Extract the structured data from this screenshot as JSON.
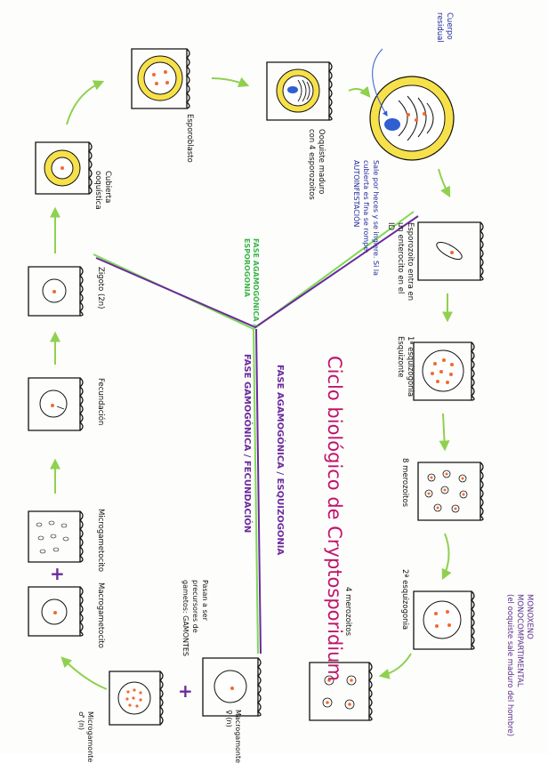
{
  "title": "Ciclo biológico de Cryptosporidium",
  "phases": {
    "agamogonica_esporogonia": "FASE AGAMOGÓNICA / ESPOROGONIA",
    "agamogonica_esquizogonia": "FASE AGAMOGÓNICA / ESQUIZOGONIA",
    "gamogonica_fecundacion": "FASE GAMOGÓNICA / FECUNDACIÓN"
  },
  "stages": {
    "esporoblasto": "Esporoblasto",
    "ooquiste_maduro": "Ooquiste maduro con 4 esporozoitos",
    "cuerpo_residual": "Cuerpo residual",
    "sale_por_heces": "Sale por heces y se ingiere. Si la cubierta es fina se rompe: AUTOINFESTACIÓN",
    "esporozoito": "Esporozoito entra en un enterocito en el ID",
    "primera_esquizogonia": "1ª esquizogonia Esquizonte",
    "ocho_merozoitos": "8 merozoitos",
    "segunda_esquizogonia": "2ª esquizogonia",
    "cuatro_merozoitos": "4 merozoitos",
    "pasan_precursores": "Pasan a ser precursores de gametos: GAMONTES",
    "macrogamonte": "Macrogamonte ♀ (n)",
    "microgamonte": "Microgamonte ♂ (n)",
    "microgametocito": "Microgametocito",
    "macrogametocito": "Macrogametocito",
    "fecundacion": "Fecundación",
    "zigoto": "Zigoto (2n)",
    "cubierta_ooquistica": "Cubierta ooquística"
  },
  "side_note": {
    "line1": "MONOXENO",
    "line2": "MONOCOMPARTIMENTAL",
    "line3": "(el ooquiste sale maduro del hombre)"
  },
  "plus_sign": "+",
  "colors": {
    "arrow": "#8fd14f",
    "yellow": "#f6e14a",
    "orange": "#f26a2b",
    "blue": "#2f5fd0",
    "purple": "#6a2a9c",
    "green_line": "#7ed957",
    "title": "#c0146a"
  }
}
